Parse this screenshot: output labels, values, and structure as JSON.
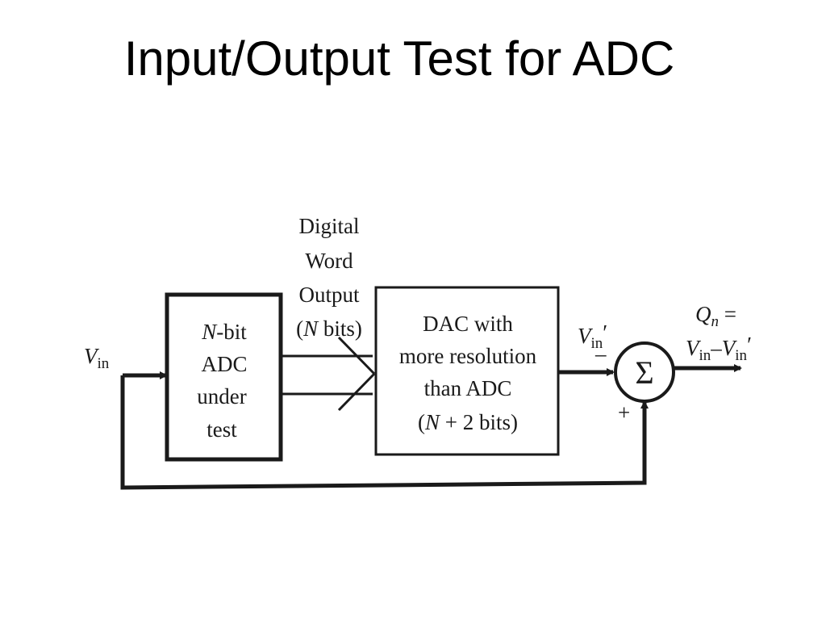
{
  "slide": {
    "title": "Input/Output Test for ADC"
  },
  "diagram": {
    "adc_block": {
      "lines": [
        "N-bit",
        "ADC",
        "under",
        "test"
      ]
    },
    "dac_block": {
      "lines": [
        "DAC with",
        "more resolution",
        "than ADC",
        "(N + 2 bits)"
      ]
    },
    "digital_word_label": [
      "Digital",
      "Word",
      "Output",
      "(N bits)"
    ],
    "input_label": {
      "main": "V",
      "sub": "in"
    },
    "dac_output_label": {
      "main": "V",
      "sub": "in",
      "prime": "′"
    },
    "summer": {
      "symbol": "Σ",
      "minus": "–",
      "plus": "+"
    },
    "output_label": {
      "line1_main": "Q",
      "line1_sub": "n",
      "line1_rest": " =",
      "line2": "Vin–Vin′"
    }
  }
}
